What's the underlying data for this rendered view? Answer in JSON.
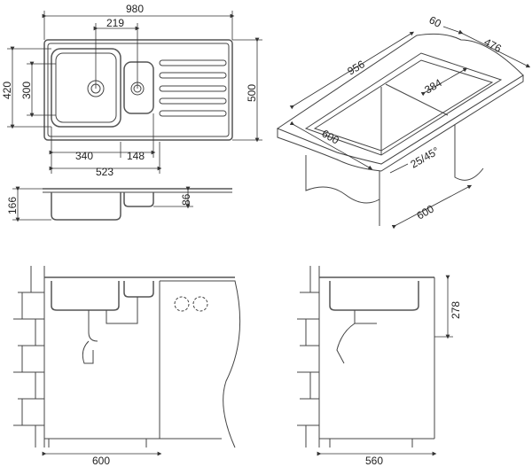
{
  "top_view": {
    "width_total": "980",
    "bowl_spacing": "219",
    "depth_outer": "420",
    "bowl_depth": "300",
    "depth_total": "500",
    "main_bowl_width": "340",
    "small_bowl_width": "148",
    "bowls_width": "523"
  },
  "section_view": {
    "main_bowl_height": "166",
    "small_bowl_height": "86"
  },
  "isometric_view": {
    "cutout_length": "956",
    "edge_offset": "60",
    "cutout_depth": "476",
    "cutout_inner": "384",
    "countertop_depth": "600",
    "edge_angle": "25/45°",
    "cabinet_width": "600"
  },
  "front_cabinet_view": {
    "cabinet_width": "600"
  },
  "side_cabinet_view": {
    "cabinet_depth": "560",
    "bowl_depth": "278"
  }
}
